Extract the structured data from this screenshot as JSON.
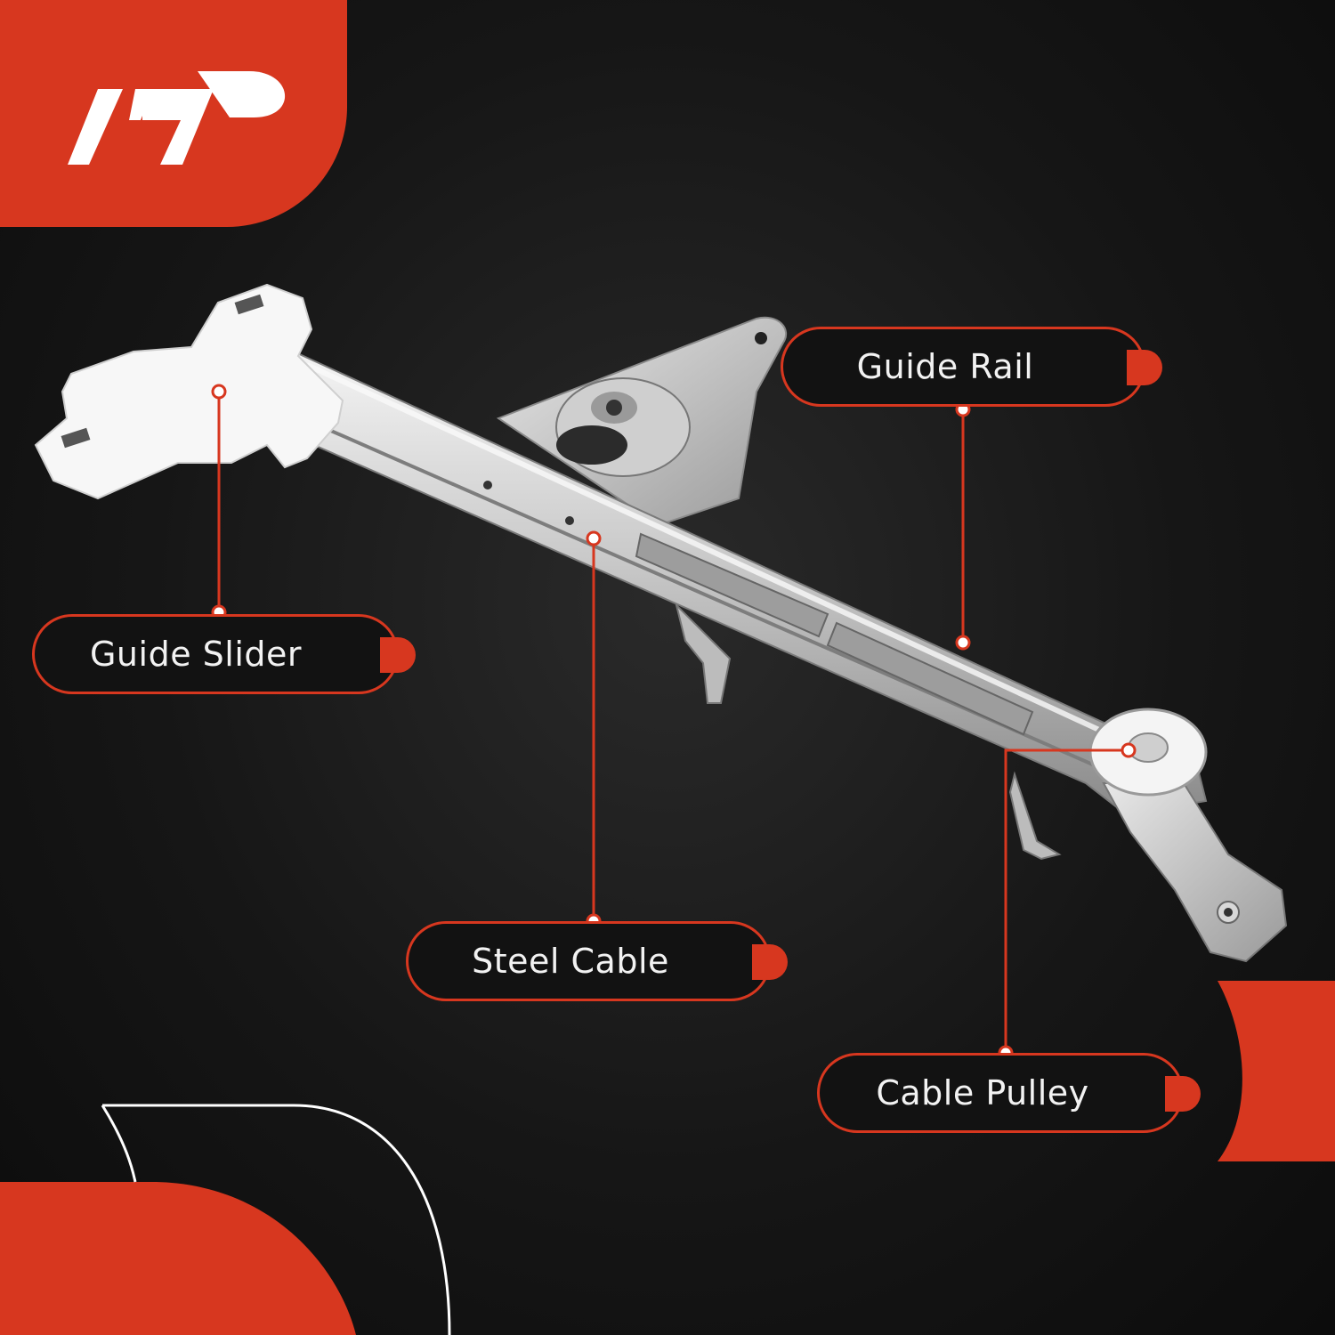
{
  "brand": {
    "logo_text": "A-P",
    "accent_color": "#d7371f"
  },
  "product": {
    "name": "window-regulator"
  },
  "callouts": {
    "guide_slider": "Guide Slider",
    "guide_rail": "Guide Rail",
    "steel_cable": "Steel Cable",
    "cable_pulley": "Cable Pulley"
  }
}
